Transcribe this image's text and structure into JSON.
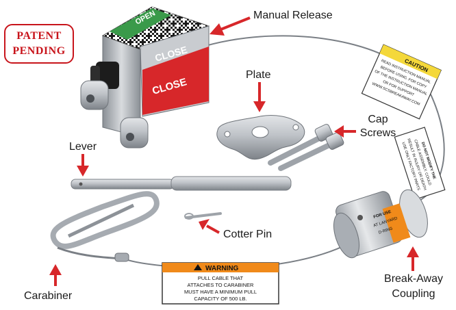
{
  "badge": {
    "line1": "PATENT",
    "line2": "PENDING"
  },
  "labels": {
    "manual_release": "Manual  Release",
    "plate": "Plate",
    "cap_screws_1": "Cap",
    "cap_screws_2": "Screws",
    "lever": "Lever",
    "cotter_pin": "Cotter Pin",
    "carabiner": "Carabiner",
    "breakaway_1": "Break-Away",
    "breakaway_2": "Coupling"
  },
  "release_box": {
    "open_label": "OPEN",
    "close_top": "CLOSE",
    "close_front": "CLOSE"
  },
  "warning_label": {
    "header": "WARNING",
    "line1": "PULL CABLE THAT",
    "line2": "ATTACHES TO CARABINER",
    "line3": "MUST HAVE A MINIMUM PULL",
    "line4": "CAPACITY OF 500 LB."
  },
  "caution_tag": {
    "header": "CAUTION",
    "line1": "READ INSTRUCTION MANUAL",
    "line2": "BEFORE USING. FOR COPY",
    "line3": "OF THE INSTRUCTION MANUAL",
    "line4": "OR FOR SUPPORT",
    "line5": "WWW.SCSBREAKAWAY.COM"
  },
  "side_tag": {
    "line1": "DO NOT MODIFY THE",
    "line2": "CABLE ASSEMBLY. COULD",
    "line3": "RESULT IN INJURY OR DEATH",
    "line4": "USE ONLY FACTORY PARTS"
  },
  "coupling_label": {
    "line1": "FOR USE",
    "line2": "AT LANYARD",
    "line3": "D-RING"
  },
  "colors": {
    "accent_red": "#d7272a",
    "release_green": "#3a9a4a",
    "warning_orange": "#f08a1a",
    "caution_yellow": "#f4d83a",
    "metal": "#b8bcc2"
  }
}
